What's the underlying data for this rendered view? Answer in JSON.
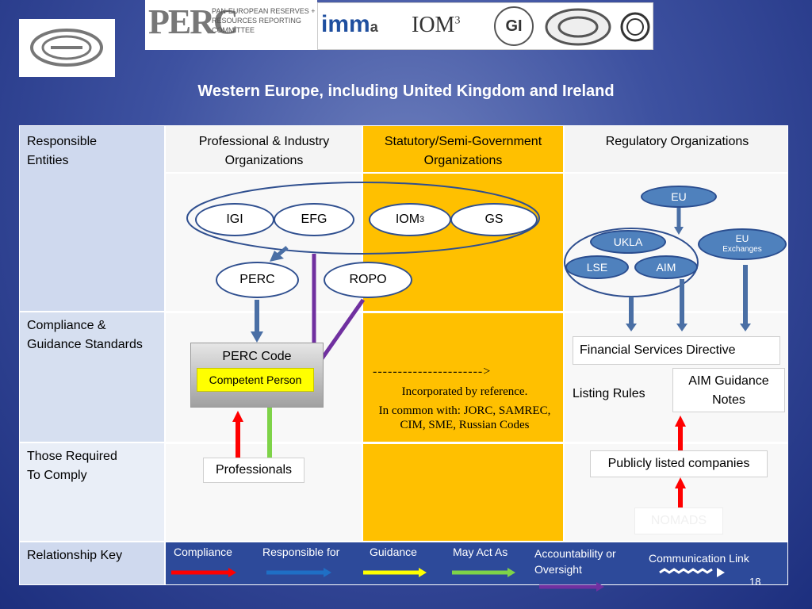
{
  "title": "Western Europe, including United Kingdom and Ireland",
  "logos": {
    "perc_mark": "PERC",
    "perc_text": [
      "PAN-EUROPEAN RESERVES +",
      "RESOURCES REPORTING",
      "COMMITTEE"
    ],
    "imma_mark": "imm",
    "imma_sub": "a",
    "iom3_mark": "IOM",
    "iom3_sup": "3",
    "igi_mark": "GI"
  },
  "columns": {
    "c0": "Responsible Entities",
    "c1": "Professional & Industry Organizations",
    "c2": "Statutory/Semi-Government Organizations",
    "c3": "Regulatory Organizations"
  },
  "rows": {
    "r1": "Compliance & Guidance Standards",
    "r2": "Those Required To Comply",
    "r3": "Relationship Key"
  },
  "entities": {
    "igi": "IGI",
    "efg": "EFG",
    "iom_base": "IOM",
    "iom_sup": "3",
    "gs": "GS",
    "perc": "PERC",
    "ropo": "ROPO",
    "eu": "EU",
    "ukla": "UKLA",
    "eu_exchanges_line1": "EU",
    "eu_exchanges_line2": "Exchanges",
    "lse": "LSE",
    "aim": "AIM"
  },
  "standards": {
    "perc_code": "PERC Code",
    "competent_person": "Competent Person",
    "dashed_arrow": "---------------------->",
    "incorporated": "Incorporated by reference.",
    "in_common": "In common with: JORC, SAMREC,",
    "in_common_2": "CIM, SME, Russian Codes",
    "fsd": "Financial Services Directive",
    "listing_rules": "Listing Rules",
    "aim_guidance": "AIM Guidance Notes"
  },
  "comply": {
    "professionals": "Professionals",
    "publicly_listed": "Publicly listed companies",
    "nomads": "NOMADS"
  },
  "key": {
    "compliance": "Compliance",
    "responsible_for": "Responsible for",
    "guidance": "Guidance",
    "may_act_as": "May Act As",
    "accountability": "Accountability or Oversight",
    "communication": "Communication Link"
  },
  "colors": {
    "compliance": "#ff0000",
    "responsible_for": "#1f6fc5",
    "guidance": "#ffff00",
    "may_act_as": "#7ed348",
    "accountability": "#7030a0",
    "statutory_col": "#ffc000"
  },
  "page_number": "18"
}
